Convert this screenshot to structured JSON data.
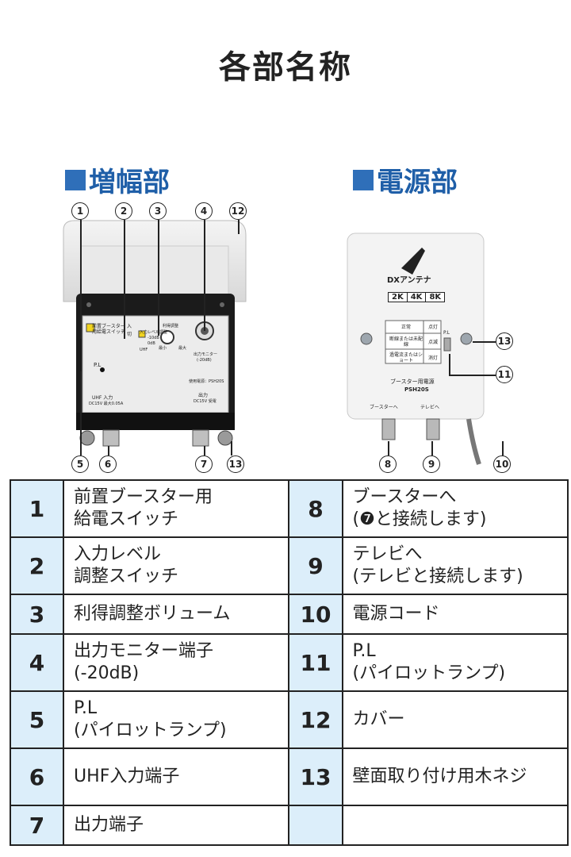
{
  "title": "各部名称",
  "sections": {
    "amp": "増幅部",
    "power": "電源部"
  },
  "callouts": {
    "c1": "1",
    "c2": "2",
    "c3": "3",
    "c4": "4",
    "c5": "5",
    "c6": "6",
    "c7": "7",
    "c8": "8",
    "c9": "9",
    "c10": "10",
    "c11": "11",
    "c12": "12",
    "c13": "13"
  },
  "amp_device": {
    "switch_label": "前置ブースター用給電スイッチ",
    "on": "入",
    "off": "切",
    "input_level": "入力レベル調整",
    "minus10": "-10dB",
    "zero_db": "0dB",
    "uhf": "UHF",
    "gain": "利得調整",
    "min": "最小",
    "max": "最大",
    "monitor": "出力モニター",
    "monitor_db": "(-20dB)",
    "pl": "P.L",
    "power_spec": "使用電源：PSH20S",
    "uhf_in": "UHF 入力",
    "uhf_in_spec": "DC15V 最大0.05A",
    "out": "出力",
    "out_spec": "DC15V 受電"
  },
  "power_device": {
    "brand": "DXアンテナ",
    "badge": [
      "2K",
      "4K",
      "8K"
    ],
    "status_rows": [
      {
        "cond": "正常",
        "state": "点灯"
      },
      {
        "cond": "断線または未配線",
        "state": "点滅"
      },
      {
        "cond": "過電流またはショート",
        "state": "消灯"
      }
    ],
    "pl": "P.L",
    "name": "ブースター用電源",
    "model": "PSH20S",
    "to_booster": "ブースターへ",
    "to_tv": "テレビへ"
  },
  "parts": [
    {
      "num": "1",
      "name": "前置ブースター用\n給電スイッチ"
    },
    {
      "num": "2",
      "name": "入力レベル\n調整スイッチ"
    },
    {
      "num": "3",
      "name": "利得調整ボリューム"
    },
    {
      "num": "4",
      "name": "出力モニター端子\n(-20dB)"
    },
    {
      "num": "5",
      "name": "P.L\n(パイロットランプ)"
    },
    {
      "num": "6",
      "name": "UHF入力端子"
    },
    {
      "num": "7",
      "name": "出力端子"
    },
    {
      "num": "8",
      "name": "ブースターへ\n(❼と接続します)"
    },
    {
      "num": "9",
      "name": "テレビへ\n(テレビと接続します)"
    },
    {
      "num": "10",
      "name": "電源コード"
    },
    {
      "num": "11",
      "name": "P.L\n(パイロットランプ)"
    },
    {
      "num": "12",
      "name": "カバー"
    },
    {
      "num": "13",
      "name": "壁面取り付け用木ネジ"
    }
  ]
}
